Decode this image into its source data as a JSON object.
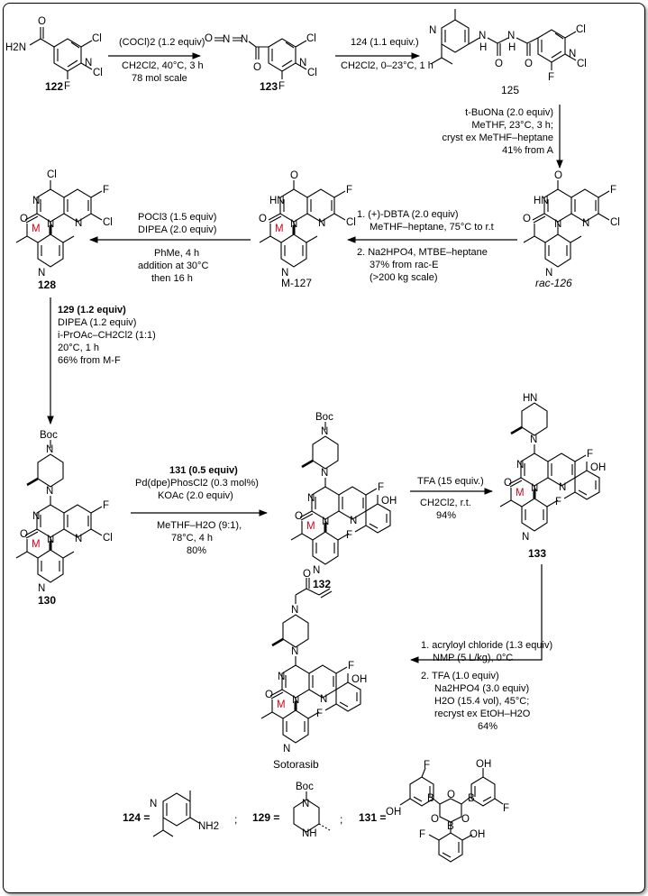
{
  "conditions": {
    "c1": [
      "(COCl)2 (1.2 equiv)",
      "CH2Cl2, 40°C, 3 h",
      "78 mol scale"
    ],
    "c2": [
      "124 (1.1 equiv.)",
      "CH2Cl2, 0–23°C, 1 h"
    ],
    "c3": [
      "t-BuONa (2.0 equiv)",
      "MeTHF, 23°C, 3 h;",
      "cryst ex MeTHF–heptane",
      "41% from A"
    ],
    "c4_top": [
      "1. (+)-DBTA (2.0 equiv)",
      "MeTHF–heptane, 75°C to r.t"
    ],
    "c4_bot": [
      "2. Na2HPO4, MTBE–heptane",
      "37% from rac-E",
      "(>200 kg scale)"
    ],
    "c5": [
      "POCl3 (1.5 equiv)",
      "DIPEA (2.0 equiv)",
      "PhMe, 4 h",
      "addition at 30°C",
      "then 16 h"
    ],
    "c6": [
      "129 (1.2 equiv)",
      "DIPEA (1.2 equiv)",
      "i-PrOAc–CH2Cl2 (1:1)",
      "20°C, 1 h",
      "66% from M-F"
    ],
    "c7": [
      "131 (0.5 equiv)",
      "Pd(dpe)PhosCl2 (0.3 mol%)",
      "KOAc (2.0 equiv)",
      "MeTHF–H2O (9:1),",
      "78°C, 4 h",
      "80%"
    ],
    "c8": [
      "TFA (15 equiv.)",
      "CH2Cl2, r.t.",
      "94%"
    ],
    "c9": [
      "1. acryloyl chloride (1.3 equiv)",
      "NMP (5 L/kg), 0°C",
      "2. TFA (1.0 equiv)",
      "Na2HPO4 (3.0 equiv)",
      "H2O (15.4 vol), 45°C;",
      "recryst ex EtOH–H2O",
      "64%"
    ]
  },
  "compound_labels": {
    "c122": "122",
    "c123": "123",
    "c125": "125",
    "c126": "rac-126",
    "c127": "M-127",
    "c128": "128",
    "c130": "130",
    "c132": "132",
    "c133": "133",
    "sotorasib": "Sotorasib",
    "r124": "124 =",
    "r129": "129 =",
    "r131": "131 ="
  },
  "atoms": {
    "M": "M",
    "Boc": "Boc",
    "F": "F",
    "Cl": "Cl",
    "OH": "OH",
    "N": "N",
    "O": "O",
    "H": "H",
    "B": "B",
    "NH2": "NH2",
    "NH": "NH",
    "HN": "HN",
    "H2N": "H2N"
  },
  "separators": [
    ";",
    ";"
  ],
  "colors": {
    "atropisomer_marker": "#d0021b",
    "arrow": "#000000",
    "frame_shadow": "#9a9a9a"
  }
}
